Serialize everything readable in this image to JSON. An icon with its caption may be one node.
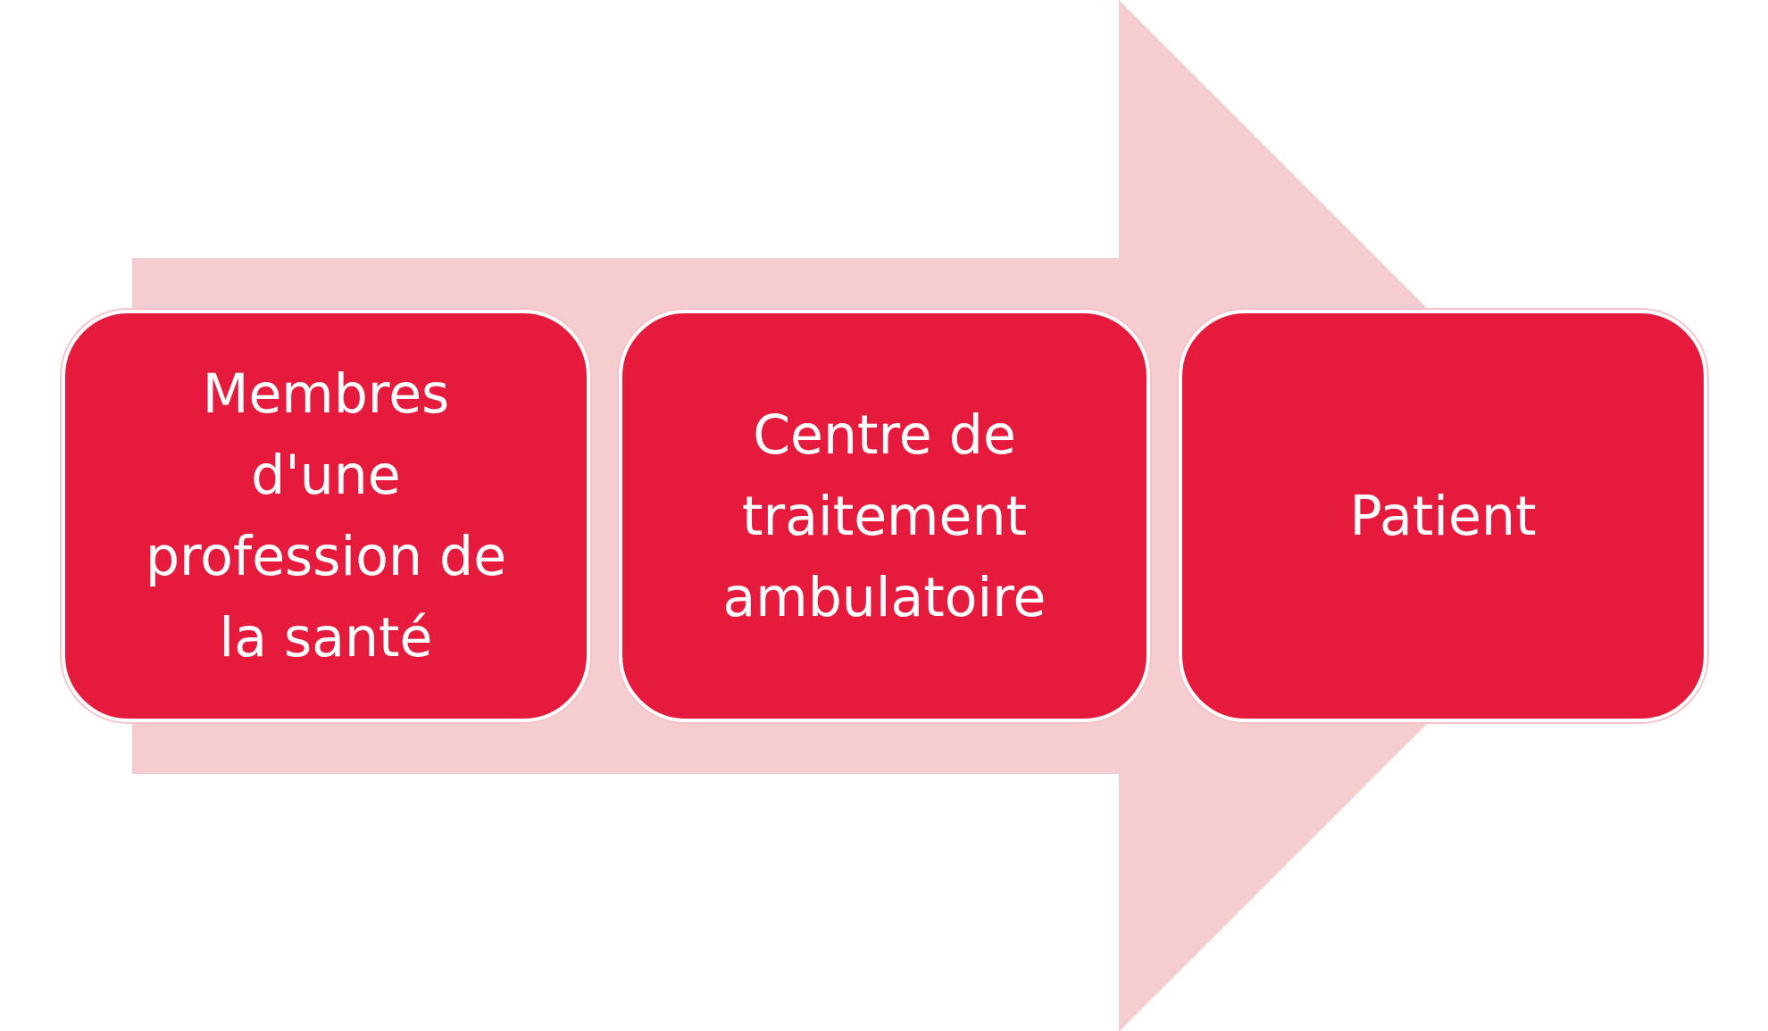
{
  "diagram": {
    "nodes": [
      {
        "text": [
          "Membres d'une profession de la santé"
        ]
      },
      {
        "text": [
          "Centre de traitement ambulatoire"
        ]
      },
      {
        "text": [
          "Patient"
        ]
      }
    ],
    "edges": [
      {
        "from": 0,
        "to": 2,
        "arrow": "to"
      }
    ]
  }
}
